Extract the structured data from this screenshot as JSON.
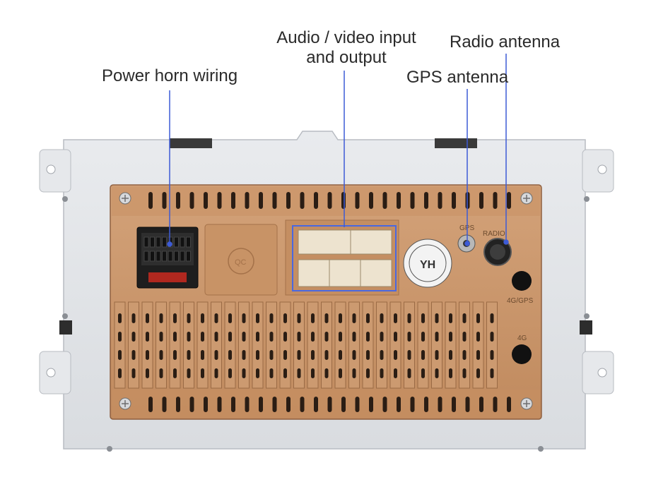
{
  "labels": {
    "power_horn": "Power horn wiring",
    "av_line1": "Audio / video input",
    "av_line2": "and output",
    "gps": "GPS antenna",
    "radio": "Radio antenna"
  },
  "panel_text": {
    "gps_port": "GPS",
    "radio_port": "RADIO",
    "port_4g_gps": "4G/GPS",
    "port_4g": "4G",
    "badge": "YH",
    "qc_stamp": "QC"
  },
  "colors": {
    "pointer_line": "#3d5bd6",
    "panel_copper": "#c99569",
    "plate_grey": "#e3e5e8"
  }
}
